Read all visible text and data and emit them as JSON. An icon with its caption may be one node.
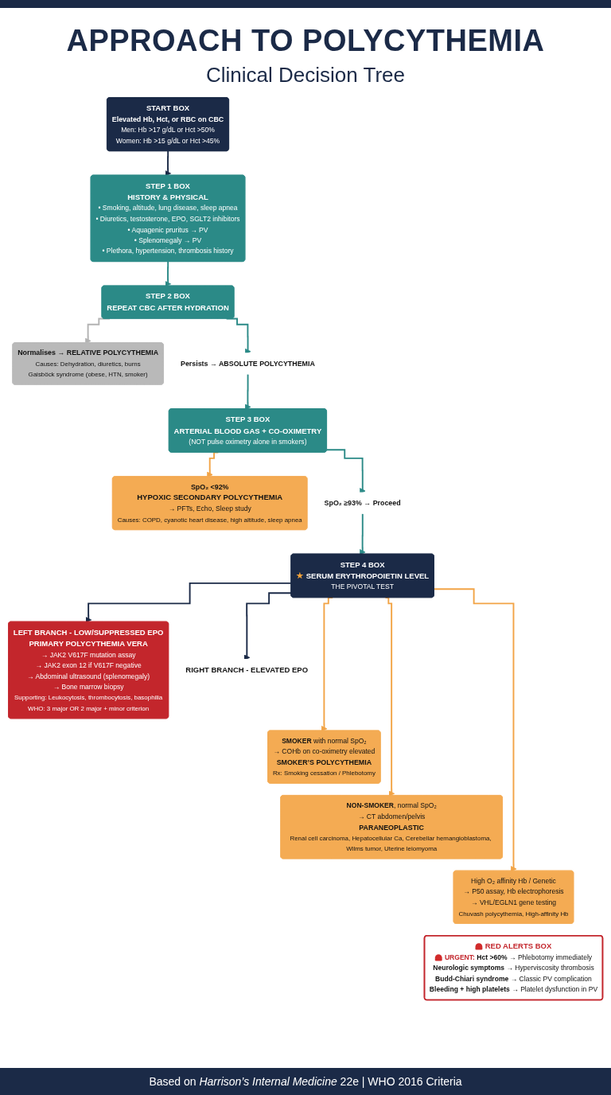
{
  "diagram": {
    "title": "APPROACH TO POLYCYTHEMIA",
    "caption": "Based on *Harrison’s Internal Medicine* 22e | WHO 2016 Criteria",
    "labels": [
      "Clinical Decision Tree"
    ],
    "nodes": [
      {
        "text": [
          "START BOX",
          "Elevated Hb, Hct, or RBC on CBC",
          "Men: Hb >17 g/dL or Hct >50%",
          "Women: Hb >15 g/dL or Hct >45%"
        ]
      },
      {
        "text": [
          "STEP 1 BOX",
          "HISTORY & PHYSICAL",
          "• Smoking, altitude, lung disease, sleep apnea",
          "• Diuretics, testosterone, EPO, SGLT2 inhibitors",
          "• Aquagenic pruritus → PV",
          "• Splenomegaly → PV",
          "• Plethora, hypertension, thrombosis history"
        ]
      },
      {
        "text": [
          "STEP 2 BOX",
          "REPEAT CBC AFTER HYDRATION"
        ]
      },
      {
        "text": [
          "Normalises → RELATIVE POLYCYTHEMIA",
          "Causes: Dehydration, diuretics, burns",
          "Gaisböck syndrome (obese, HTN, smoker)"
        ]
      },
      {
        "text": [
          "Persists → ABSOLUTE POLYCYTHEMIA"
        ]
      },
      {
        "text": [
          "STEP 3 BOX",
          "ARTERIAL BLOOD GAS + CO-OXIMETRY",
          "(NOT pulse oximetry alone in smokers)"
        ]
      },
      {
        "text": [
          "SpO₂ <92%",
          "HYPOXIC SECONDARY POLYCYTHEMIA",
          "→ PFTs, Echo, Sleep study",
          "Causes: COPD, cyanotic heart disease, high altitude, sleep apnea"
        ]
      },
      {
        "text": [
          "SpO₂ ≥93% → Proceed"
        ]
      },
      {
        "text": [
          "STEP 4 BOX",
          "SERUM ERYTHROPOIETIN LEVEL",
          "THE PIVOTAL TEST"
        ]
      },
      {
        "text": [
          "LEFT BRANCH - LOW/SUPPRESSED EPO",
          "PRIMARY POLYCYTHEMIA VERA",
          "→ JAK2 V617F mutation assay",
          "→ JAK2 exon 12 if V617F negative",
          "→ Abdominal ultrasound (splenomegaly)",
          "→ Bone marrow biopsy",
          "Supporting: Leukocytosis, thrombocytosis, basophilia",
          "WHO: 3 major OR 2 major + minor criterion"
        ]
      },
      {
        "text": [
          "RIGHT BRANCH - ELEVATED EPO"
        ]
      },
      {
        "text": [
          "**SMOKER** with normal SpO₂",
          "→ COHb on co-oximetry elevated",
          "SMOKER’S POLYCYTHEMIA",
          "Rx: Smoking cessation / Phlebotomy"
        ]
      },
      {
        "text": [
          "**NON-SMOKER**, normal SpO₂",
          "→ CT abdomen/pelvis",
          "PARANEOPLASTIC",
          "Renal cell carcinoma, Hepatocellular Ca, Cerebellar hemangioblastoma, Wilms tumor, Uterine leiomyoma"
        ]
      },
      {
        "text": [
          "High O₂ affinity Hb / Genetic",
          "→ P50 assay, Hb electrophoresis",
          "→ VHL/EGLN1 gene testing",
          "Chuvash polycythemia, High-affinity Hb"
        ]
      },
      {
        "text": [
          "RED ALERTS BOX",
          "**URGENT:** **Hct >60%** → Phlebotomy immediately",
          "**Neurologic symptoms** → Hyperviscosity thrombosis",
          "**Budd-Chiari syndrome** → Classic PV complication",
          "**Bleeding + high platelets** → Platelet dysfunction in PV"
        ]
      }
    ],
    "edges": [
      {
        "from": 0,
        "to": 1,
        "arrow": "to",
        "color": "#1b2a47"
      },
      {
        "from": 1,
        "to": 2,
        "arrow": "to"
      },
      {
        "from": 2,
        "to": 3,
        "arrow": "to",
        "color": "#b3b3b3"
      },
      {
        "from": 2,
        "to": 4,
        "arrow": "to"
      },
      {
        "from": 4,
        "to": 5,
        "arrow": "to"
      },
      {
        "from": 5,
        "to": 6,
        "arrow": "to",
        "color": "#f2a446"
      },
      {
        "from": 5,
        "to": 7,
        "arrow": "to"
      },
      {
        "from": 7,
        "to": 8,
        "arrow": "to"
      },
      {
        "from": 8,
        "to": 9,
        "arrow": "to",
        "color": "#1b2a47"
      },
      {
        "from": 8,
        "to": 10,
        "arrow": "to",
        "color": "#1b2a47"
      },
      {
        "from": 8,
        "to": 11,
        "arrow": "to",
        "color": "#f2a446"
      },
      {
        "from": 8,
        "to": 12,
        "arrow": "to",
        "color": "#f2a446"
      },
      {
        "from": 8,
        "to": 13,
        "arrow": "to",
        "color": "#f2a446"
      }
    ]
  }
}
